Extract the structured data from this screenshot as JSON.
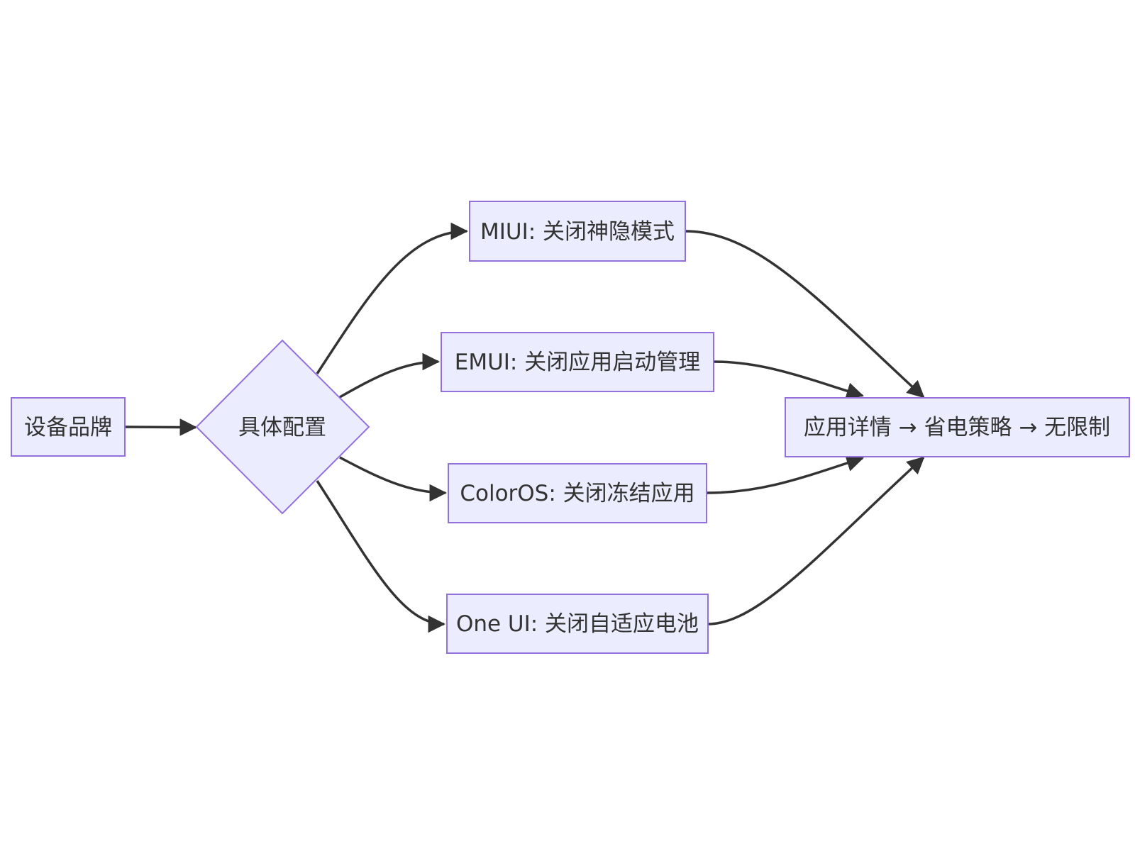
{
  "colors": {
    "node_fill": "#ececff",
    "node_stroke": "#9370db",
    "edge": "#333333",
    "text": "#333333",
    "background": "#ffffff"
  },
  "nodes": {
    "brand": {
      "label": "设备品牌",
      "shape": "rect"
    },
    "decision": {
      "label": "具体配置",
      "shape": "diamond"
    },
    "miui": {
      "label": "MIUI: 关闭神隐模式",
      "shape": "rect"
    },
    "emui": {
      "label": "EMUI: 关闭应用启动管理",
      "shape": "rect"
    },
    "coloros": {
      "label": "ColorOS: 关闭冻结应用",
      "shape": "rect"
    },
    "oneui": {
      "label": "One UI: 关闭自适应电池",
      "shape": "rect"
    },
    "result": {
      "label": "应用详情 → 省电策略 → 无限制",
      "shape": "rect"
    }
  },
  "edges": [
    {
      "from": "brand",
      "to": "decision"
    },
    {
      "from": "decision",
      "to": "miui"
    },
    {
      "from": "decision",
      "to": "emui"
    },
    {
      "from": "decision",
      "to": "coloros"
    },
    {
      "from": "decision",
      "to": "oneui"
    },
    {
      "from": "miui",
      "to": "result"
    },
    {
      "from": "emui",
      "to": "result"
    },
    {
      "from": "coloros",
      "to": "result"
    },
    {
      "from": "oneui",
      "to": "result"
    }
  ]
}
